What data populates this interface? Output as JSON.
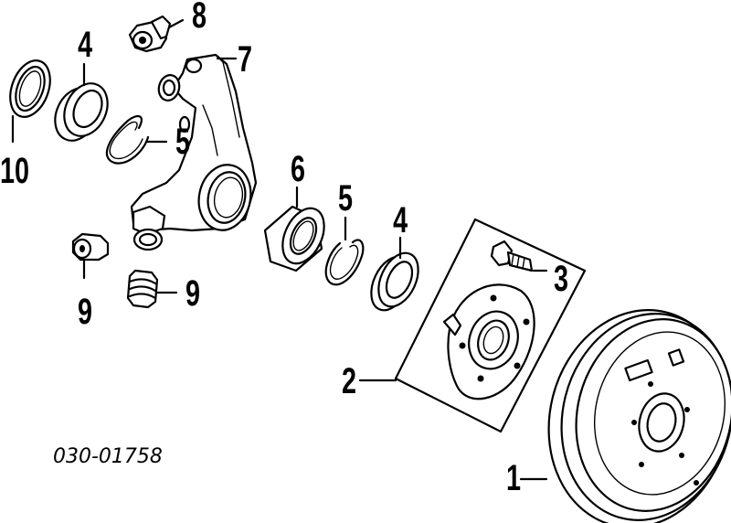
{
  "diagram": {
    "drawing_code": "030-01758",
    "labels": {
      "drum": "1",
      "hub_assembly": "2",
      "hub_bolt": "3",
      "seal_lower": "4",
      "seal_upper": "4",
      "snap_ring_lower": "5",
      "snap_ring_upper": "5",
      "bearing": "6",
      "knuckle": "7",
      "nut_top": "8",
      "nut_left": "9",
      "spring_pin": "9",
      "dust_seal": "10"
    }
  }
}
